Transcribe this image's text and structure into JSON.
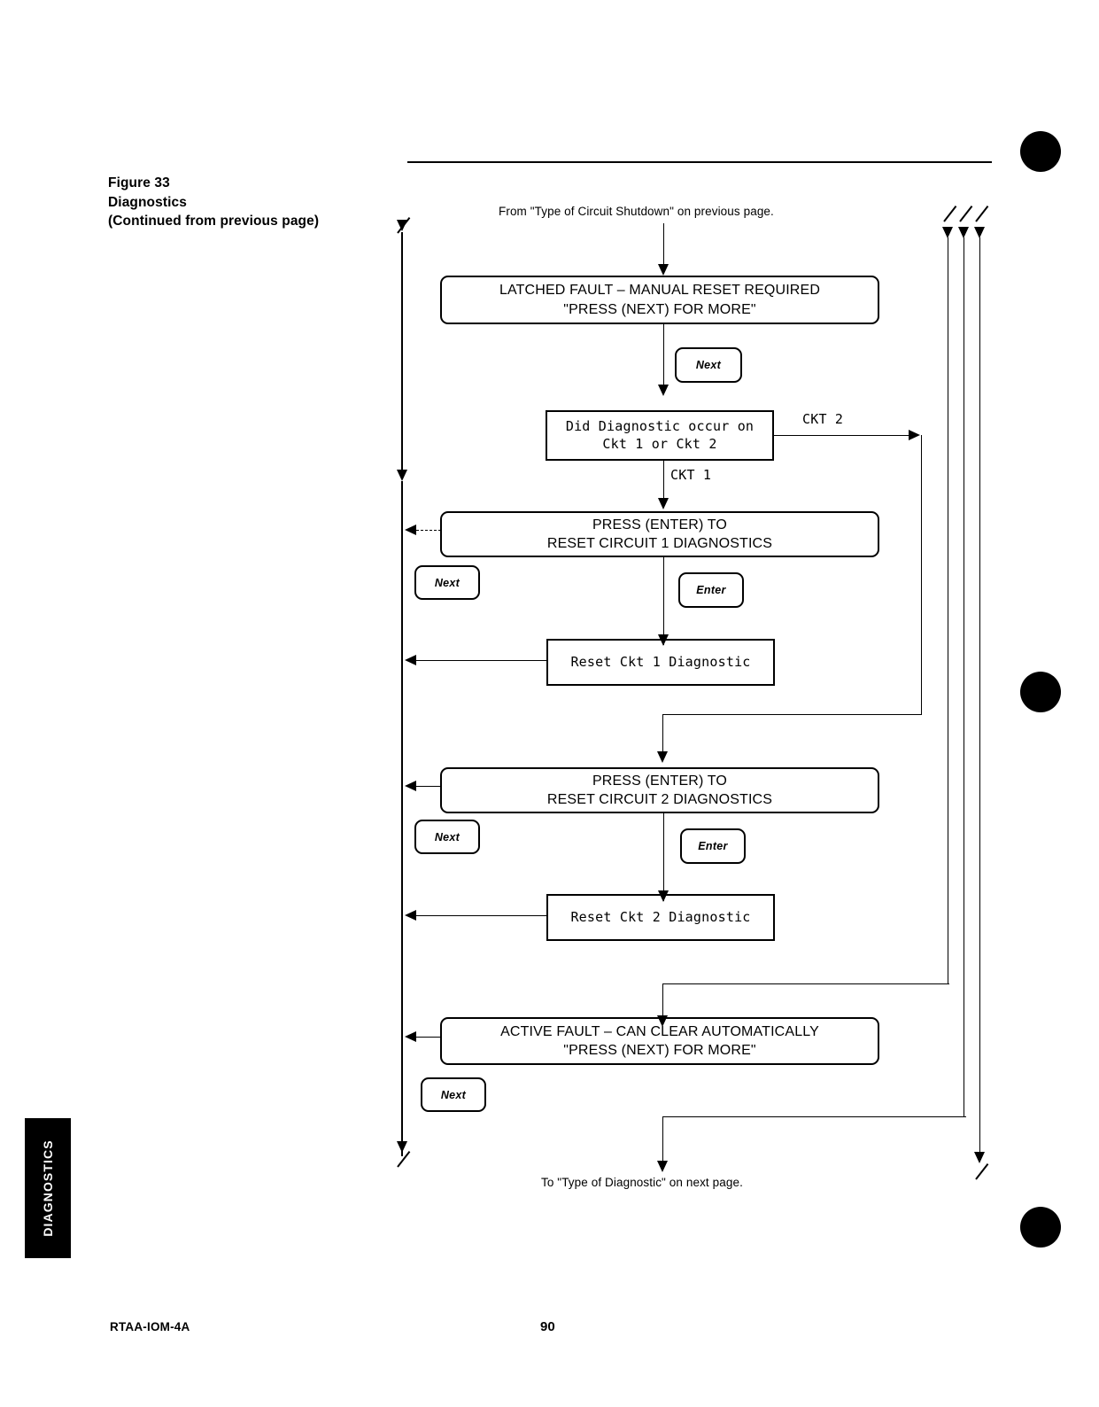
{
  "figure": {
    "title_line1": "Figure 33",
    "title_line2": "Diagnostics",
    "title_line3": "(Continued from previous page)"
  },
  "annotations": {
    "from_note": "From \"Type of Circuit Shutdown\" on previous page.",
    "to_note": "To \"Type of Diagnostic\" on next page."
  },
  "nodes": {
    "latched_fault": {
      "line1": "LATCHED FAULT – MANUAL RESET REQUIRED",
      "line2": "\"PRESS (NEXT) FOR MORE\""
    },
    "decision": {
      "line1": "Did Diagnostic occur on",
      "line2": "Ckt 1 or Ckt 2"
    },
    "press_enter_ckt1": {
      "line1": "PRESS (ENTER) TO",
      "line2": "RESET CIRCUIT 1 DIAGNOSTICS"
    },
    "reset_ckt1": {
      "line1": "Reset Ckt 1 Diagnostic"
    },
    "press_enter_ckt2": {
      "line1": "PRESS (ENTER) TO",
      "line2": "RESET CIRCUIT 2 DIAGNOSTICS"
    },
    "reset_ckt2": {
      "line1": "Reset Ckt 2 Diagnostic"
    },
    "active_fault": {
      "line1": "ACTIVE FAULT – CAN CLEAR AUTOMATICALLY",
      "line2": "\"PRESS (NEXT) FOR MORE\""
    }
  },
  "keys": {
    "next_1": "Next",
    "next_2": "Next",
    "next_3": "Next",
    "next_4": "Next",
    "enter_1": "Enter",
    "enter_2": "Enter"
  },
  "edge_labels": {
    "ckt2": "CKT 2",
    "ckt1": "CKT 1"
  },
  "sidebar": {
    "tab_label": "DIAGNOSTICS"
  },
  "footer": {
    "doc_code": "RTAA-IOM-4A",
    "page_number": "90"
  },
  "colors": {
    "ink": "#000000",
    "paper": "#ffffff"
  }
}
